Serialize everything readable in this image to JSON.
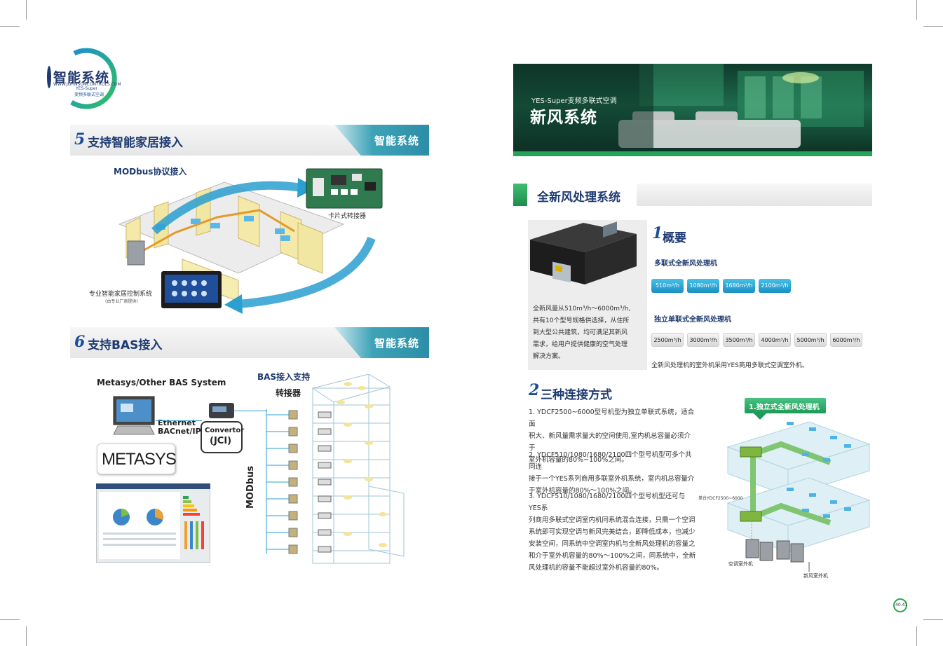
{
  "logo": {
    "title": "智能系统",
    "url": "WWW.JOHNSONCONTROLS.COM",
    "sub1": "YES-Super",
    "sub2": "变频多联式空调"
  },
  "section5": {
    "num": "5",
    "title": "支持智能家居接入",
    "tab": "智能系统",
    "modbus_label": "MODbus协议接入",
    "card_label": "卡片式转接器",
    "panel_label": "专业智能家居控制系统",
    "panel_sub": "(由专业厂商提供)"
  },
  "section6": {
    "num": "6",
    "title": "支持BAS接入",
    "tab": "智能系统",
    "system_label": "Metasys/Other BAS System",
    "bas_support": "BAS接入支持",
    "converter_cn": "转接器",
    "ethernet": "Ethernet",
    "bacnet": "BACnet/IP",
    "convertor": "Convertor",
    "jci": "(JCI)",
    "metasys_logo": "METASYS",
    "modbus_vertical": "MODbus"
  },
  "hero": {
    "subtitle": "YES-Super变频多联式空调",
    "title": "新风系统"
  },
  "fresh_air": {
    "section_title": "全新风处理系统",
    "overview_num": "1",
    "overview_title": "概要",
    "multi_title": "多联式全新风处理机",
    "multi_pills": [
      "510m³/h",
      "1080m³/h",
      "1680m³/h",
      "2100m³/h"
    ],
    "single_title": "独立单联式全新风处理机",
    "single_pills": [
      "2500m³/h",
      "3000m³/h",
      "3500m³/h",
      "4000m³/h",
      "5000m³/h",
      "6000m³/h"
    ],
    "outdoor_note": "全新风处理机的室外机采用YES商用多联式空调室外机。",
    "desc_lines": [
      "全新风量从510m³/h～6000m³/h,",
      "共有10个型号规格供选择，从住所",
      "到大型公共建筑，均可满足其新风",
      "需求，给用户提供健康的空气处理",
      "解决方案。"
    ],
    "conn_num": "2",
    "conn_title": "三种连接方式",
    "p1": [
      "1. YDCF2500~6000型号机型为独立单联式系统，适合面",
      "积大、新风量需求量大的空间使用,室内机总容量必须介于",
      "室外机容量的80%~100%之间。"
    ],
    "p2": [
      "2. YDCF510/1080/1680/2100四个型号机型可多个共同连",
      "接于一个YES系列商用多联室外机系统，室内机总容量介",
      "于室外机容量的80%～100%之间。"
    ],
    "p3": [
      "3. YDCF510/1080/1680/2100四个型号机型还可与YES系",
      "列商用多联式空调室内机同系统混合连接，只需一个空调",
      "系统即可实现空调与新风完美结合，即降低成本，也减少",
      "安装空间，同系统中空调室内机与全新风处理机的容量之",
      "和介于室外机容量的80%～100%之间，同系统中，全新",
      "风处理机的容量不能超过室外机容量的80%。"
    ],
    "diagram_title": "1.独立式全新风处理机",
    "diagram_unit": "单台YDCF2500~6000",
    "outdoor_ac": "空调室外机",
    "outdoor_fresh": "新风室外机",
    "page_num": "40.41"
  },
  "colors": {
    "brand_blue": "#1e3a70",
    "green": "#24a35a",
    "teal": "#2b8ea6"
  }
}
